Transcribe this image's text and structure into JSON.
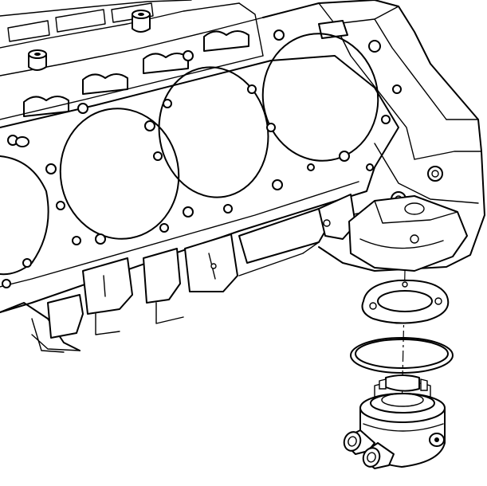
{
  "diagram": {
    "parts": [
      "engine-block",
      "head-gasket-surface",
      "cylinder-bore",
      "oil-filter-adapter-gasket",
      "o-ring-seal",
      "oil-filter-adapter"
    ],
    "cylinder_bore_count": 4,
    "line_color": "#000000",
    "background_color": "#ffffff"
  }
}
